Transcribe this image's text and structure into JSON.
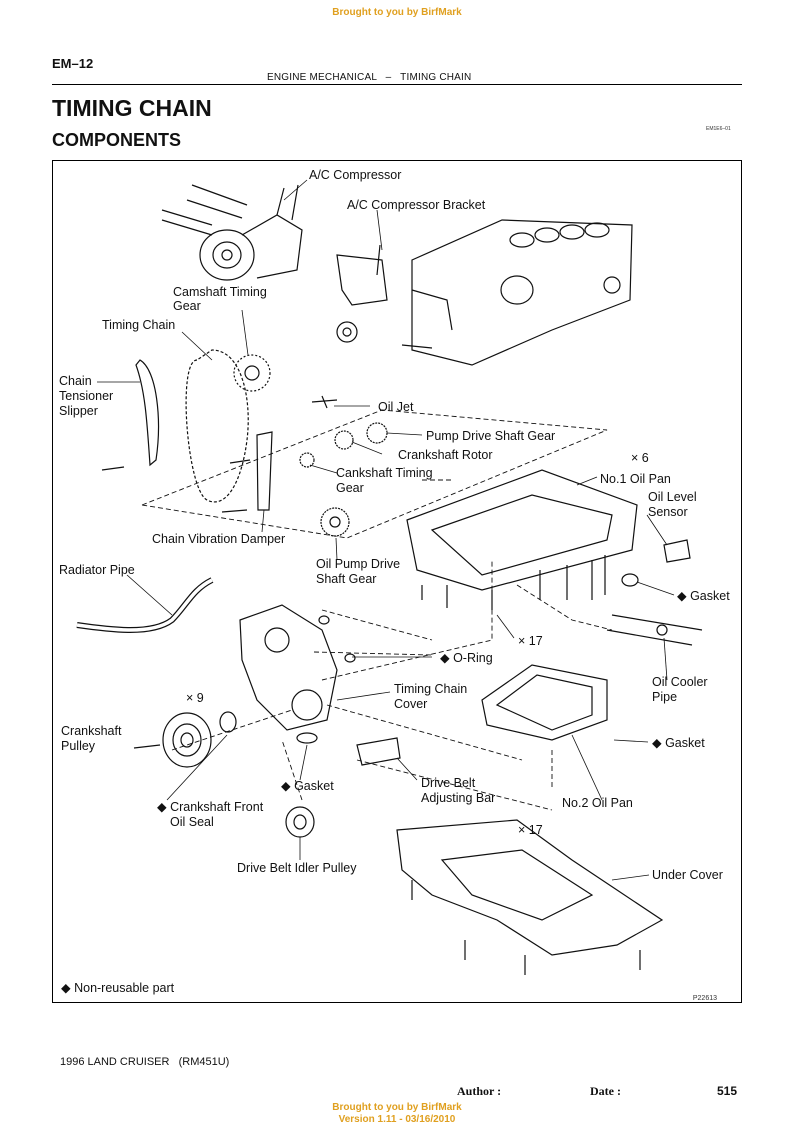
{
  "branding": {
    "top": "Brought to you by BirfMark",
    "bottom_line1": "Brought to you by BirfMark",
    "bottom_line2": "Version 1.11 - 03/16/2010"
  },
  "header": {
    "page_code": "EM–12",
    "section": "ENGINE MECHANICAL   –   TIMING CHAIN"
  },
  "title": "TIMING CHAIN",
  "subtitle": "COMPONENTS",
  "figure": {
    "code": "EM1E6–01",
    "ref": "P22613",
    "legend": "◆ Non-reusable part",
    "labels": {
      "ac_compressor": "A/C Compressor",
      "ac_bracket": "A/C Compressor Bracket",
      "cam_gear_1": "Camshaft Timing",
      "cam_gear_2": "Gear",
      "timing_chain": "Timing Chain",
      "tensioner_1": "Chain",
      "tensioner_2": "Tensioner",
      "tensioner_3": "Slipper",
      "oil_jet": "Oil Jet",
      "pump_drive_gear": "Pump Drive Shaft Gear",
      "x6": "× 6",
      "crank_rotor": "Crankshaft Rotor",
      "crank_gear_1": "Cankshaft Timing",
      "crank_gear_2": "Gear",
      "no1_pan": "No.1 Oil Pan",
      "oil_level_1": "Oil Level",
      "oil_level_2": "Sensor",
      "vib_damper": "Chain Vibration Damper",
      "oil_pump_gear_1": "Oil Pump Drive",
      "oil_pump_gear_2": "Shaft Gear",
      "gasket_1": "◆ Gasket",
      "radiator_pipe": "Radiator Pipe",
      "x17_a": "× 17",
      "o_ring": "◆ O-Ring",
      "oil_cooler_1": "Oil Cooler",
      "oil_cooler_2": "Pipe",
      "x9": "× 9",
      "tc_cover_1": "Timing Chain",
      "tc_cover_2": "Cover",
      "crank_pulley_1": "Crankshaft",
      "crank_pulley_2": "Pulley",
      "gasket_2": "◆ Gasket",
      "gasket_3": "◆ Gasket",
      "belt_bar_1": "Drive Belt",
      "belt_bar_2": "Adjusting Bar",
      "no2_pan": "No.2 Oil Pan",
      "front_seal_1": "◆ Crankshaft Front",
      "front_seal_2": "Oil Seal",
      "x17_b": "× 17",
      "idler_pulley": "Drive Belt Idler Pulley",
      "under_cover": "Under Cover"
    }
  },
  "footer": {
    "model": "1996 LAND CRUISER   (RM451U)",
    "author": "Author :",
    "date": "Date :",
    "page": "515"
  }
}
